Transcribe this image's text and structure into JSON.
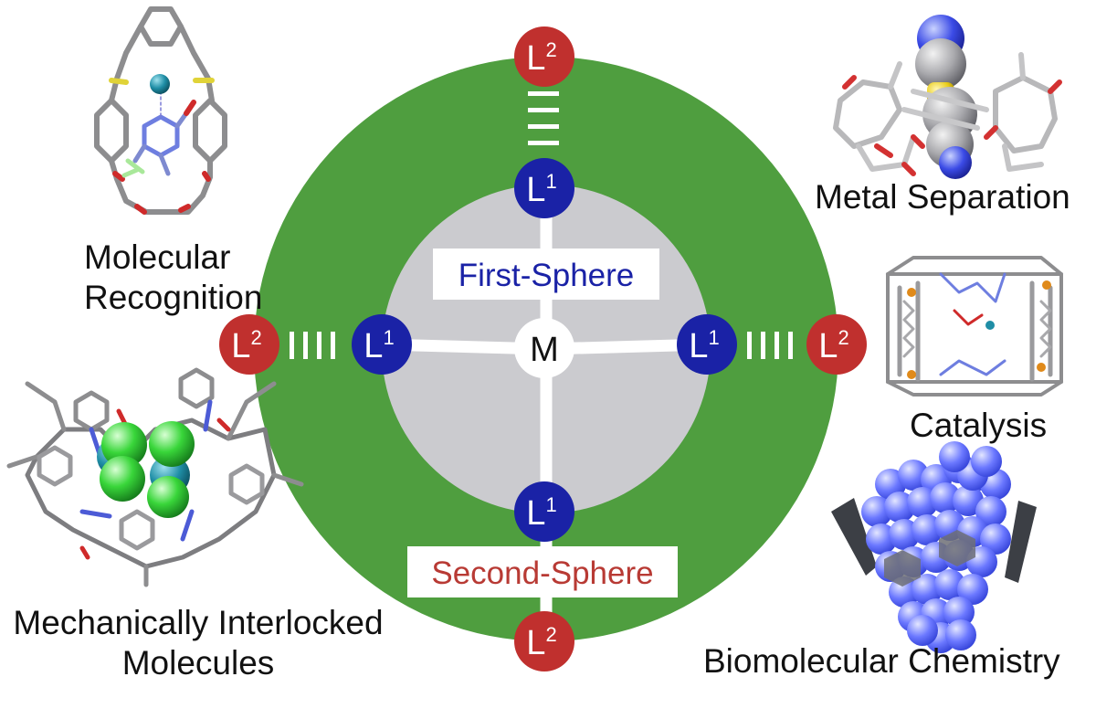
{
  "diagram": {
    "center": {
      "label": "M"
    },
    "first_sphere": {
      "label": "First-Sphere",
      "ligand_base": "L",
      "ligand_sup": "1"
    },
    "second_sphere": {
      "label": "Second-Sphere",
      "ligand_base": "L",
      "ligand_sup": "2"
    }
  },
  "applications": {
    "molecular_recognition": [
      "Molecular",
      "Recognition"
    ],
    "mechanically_interlocked": [
      "Mechanically Interlocked",
      "Molecules"
    ],
    "metal_separation": "Metal Separation",
    "catalysis": "Catalysis",
    "biomolecular_chemistry": "Biomolecular Chemistry"
  },
  "colors": {
    "outer_ring": "#4f9e3f",
    "inner_disc": "#cbcbcf",
    "first_sphere_ligand": "#1a22a6",
    "second_sphere_ligand": "#c0302e",
    "first_sphere_text": "#1a22a6",
    "second_sphere_text": "#b83a34",
    "bonds": "#ffffff"
  },
  "icons": [
    "macrocycle-host-guest-model",
    "metal-separation-complex-model",
    "cage-catalyst-model",
    "interlocked-cage-spheres-model",
    "biomolecule-spacefill-model"
  ]
}
